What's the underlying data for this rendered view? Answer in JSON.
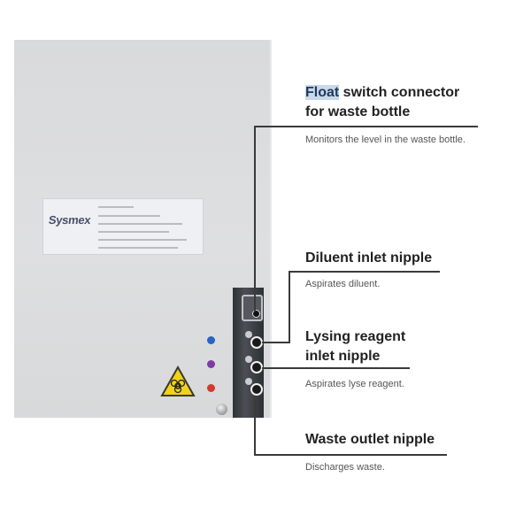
{
  "device": {
    "brand": "Sysmex",
    "indicator_colors": {
      "blue": "#2a63c8",
      "purple": "#7d3aa8",
      "red": "#d23a2e"
    },
    "hazard_symbol": "biohazard-icon"
  },
  "callouts": [
    {
      "id": "float",
      "title_highlight": "Float",
      "title_rest": " switch connector",
      "title_line2": "for waste bottle",
      "description": "Monitors the level in the waste bottle."
    },
    {
      "id": "diluent",
      "title_line1": "Diluent inlet nipple",
      "description": "Aspirates diluent."
    },
    {
      "id": "lysing",
      "title_line1": "Lysing reagent",
      "title_line2": "inlet nipple",
      "description": "Aspirates lyse reagent."
    },
    {
      "id": "waste",
      "title_line1": "Waste outlet nipple",
      "description": "Discharges waste."
    }
  ]
}
